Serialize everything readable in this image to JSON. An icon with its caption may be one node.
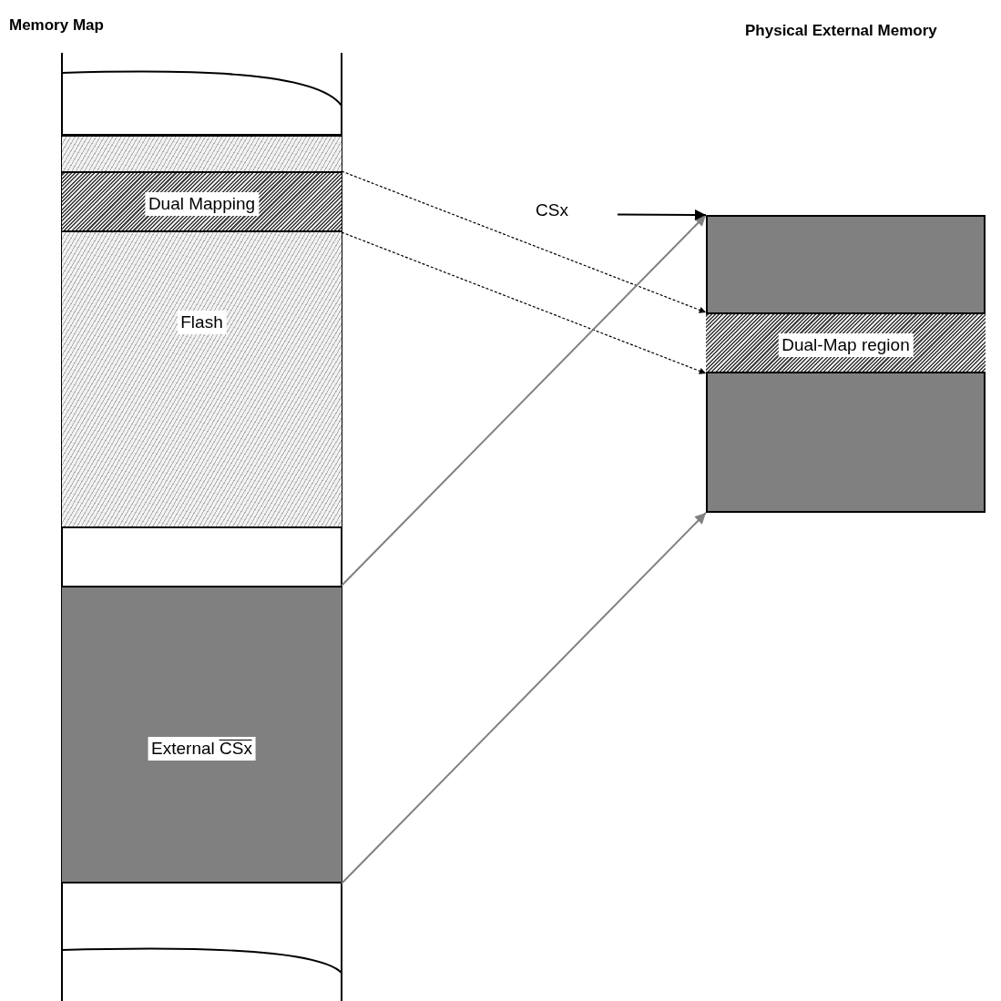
{
  "diagram": {
    "nodes": [
      {
        "text": [],
        "shape": "bar"
      },
      {
        "text": [
          "Flash"
        ],
        "in": 0
      },
      {
        "text": [
          "Dual Mapping"
        ],
        "in": 1
      },
      {
        "text": [
          "External CSx"
        ],
        "in": 0
      },
      {
        "text": [],
        "shape": "box"
      },
      {
        "text": [
          "Dual-Map region"
        ],
        "in": 4
      },
      {
        "text": [
          "CSx"
        ]
      }
    ],
    "edges": [
      {
        "from": 2,
        "to": 5,
        "arrow": "to",
        "style": "dashed"
      },
      {
        "from": 2,
        "to": 5,
        "arrow": "to",
        "style": "dashed"
      },
      {
        "from": 3,
        "to": 4,
        "arrow": "to",
        "color": "#808080"
      },
      {
        "from": 3,
        "to": 4,
        "arrow": "to",
        "color": "#808080"
      },
      {
        "from": 6,
        "to": 4,
        "arrow": "to"
      }
    ],
    "labels": [
      "Memory Map",
      "Physical External Memory"
    ]
  }
}
